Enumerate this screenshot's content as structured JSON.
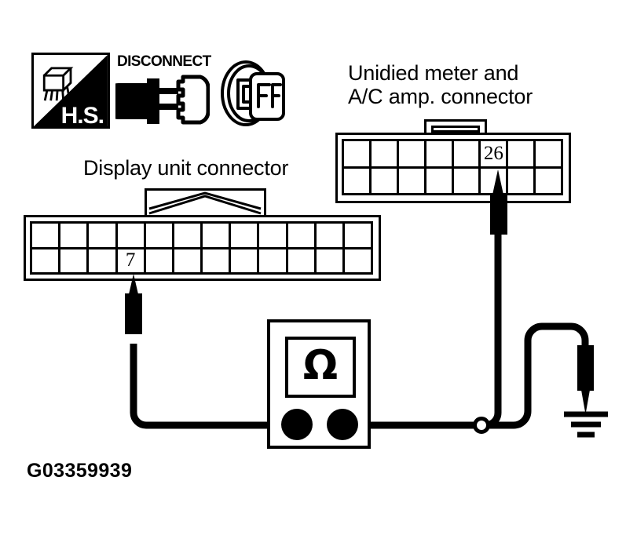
{
  "page": {
    "figure_code": "G03359939",
    "background": "#ffffff",
    "ink": "#000000"
  },
  "icons": {
    "hs": {
      "name": "hs-icon",
      "text": "H.S.",
      "meaning": "harness-side-connector"
    },
    "disconnect": {
      "name": "disconnect-icon",
      "text": "DISCONNECT"
    },
    "ignition_off": {
      "name": "ignition-off-icon",
      "text": "OFF"
    }
  },
  "labels": {
    "unified_meter": "Unidied meter and\nA/C amp. connector",
    "display_unit": "Display unit connector"
  },
  "connectors": {
    "unified_meter": {
      "name": "unified-meter-ac-amp-connector",
      "columns": 8,
      "rows": 2,
      "pin_label": "26",
      "pin_column": 6,
      "pin_row": 1,
      "probed": true
    },
    "display_unit": {
      "name": "display-unit-connector",
      "columns": 12,
      "rows": 2,
      "pin_label": "7",
      "pin_column": 4,
      "pin_row": 2,
      "probed": true
    }
  },
  "meter": {
    "name": "ohmmeter",
    "display_symbol": "Ω",
    "terminals": [
      "left-terminal",
      "right-terminal"
    ]
  },
  "ground": {
    "name": "ground-symbol",
    "bars": 3
  },
  "probes": [
    {
      "name": "probe-display-pin-7",
      "target": "display unit connector pin 7"
    },
    {
      "name": "probe-meter-pin-26",
      "target": "unified meter and A/C amp. connector pin 26"
    },
    {
      "name": "probe-ground",
      "target": "body ground"
    }
  ],
  "junction": {
    "name": "wire-junction-node",
    "style": "open-circle"
  }
}
